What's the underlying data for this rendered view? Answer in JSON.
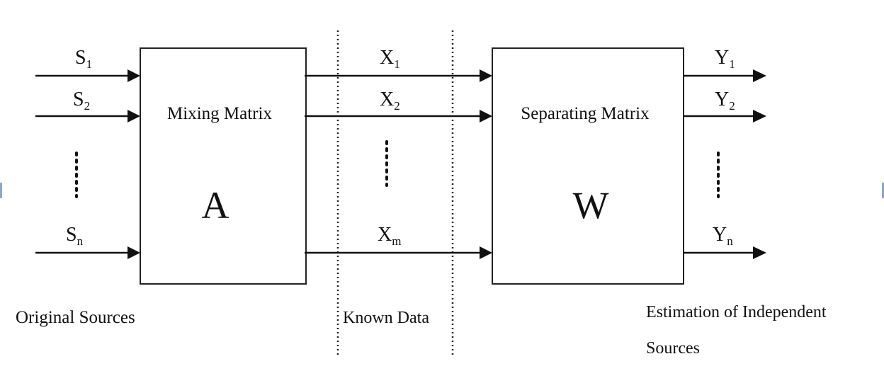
{
  "inputs": {
    "s1": {
      "base": "S",
      "sub": "1"
    },
    "s2": {
      "base": "S",
      "sub": "2"
    },
    "sn": {
      "base": "S",
      "sub": "n"
    }
  },
  "mixing": {
    "title": "Mixing Matrix",
    "symbol": "A"
  },
  "observed": {
    "x1": {
      "base": "X",
      "sub": "1"
    },
    "x2": {
      "base": "X",
      "sub": "2"
    },
    "xm": {
      "base": "X",
      "sub": "m"
    }
  },
  "separating": {
    "title": "Separating Matrix",
    "symbol": "W"
  },
  "outputs": {
    "y1": {
      "base": "Y",
      "sub": "1"
    },
    "y2": {
      "base": "Y",
      "sub": "2"
    },
    "yn": {
      "base": "Y",
      "sub": "n"
    }
  },
  "captions": {
    "original_sources": "Original Sources",
    "known_data": "Known Data",
    "estimation_line1": "Estimation of Independent",
    "estimation_line2": "Sources"
  },
  "colors": {
    "line": "#111111",
    "background": "#ffffff"
  }
}
